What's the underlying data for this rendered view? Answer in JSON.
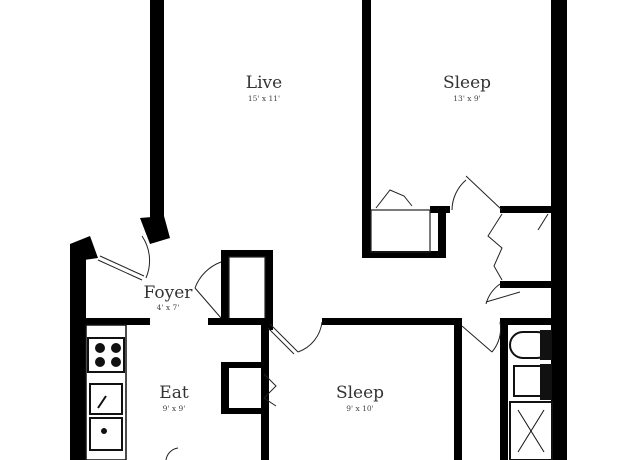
{
  "rooms": {
    "live": {
      "name": "Live",
      "dims": "15' x 11'"
    },
    "sleep_upper": {
      "name": "Sleep",
      "dims": "13' x 9'"
    },
    "foyer": {
      "name": "Foyer",
      "dims": "4' x 7'"
    },
    "eat": {
      "name": "Eat",
      "dims": "9' x 9'"
    },
    "sleep_lower": {
      "name": "Sleep",
      "dims": "9' x 10'"
    }
  },
  "colors": {
    "wall": "#000000",
    "background": "#ffffff",
    "label": "#333333"
  }
}
